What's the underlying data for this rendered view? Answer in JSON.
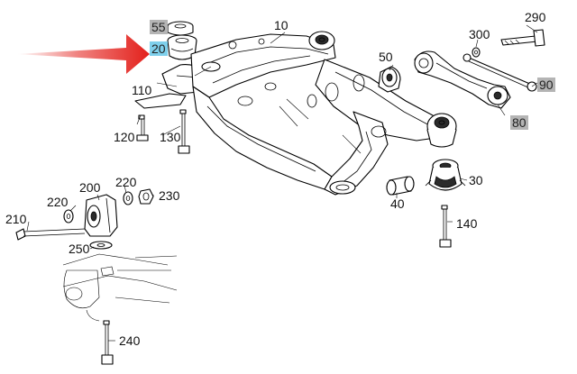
{
  "colors": {
    "highlight_box": "#7fd0ec",
    "gray_box": "#b4b4b4",
    "arrow": "#e3201b",
    "line": "#000000"
  },
  "labels": {
    "l10": "10",
    "l20": "20",
    "l30": "30",
    "l40": "40",
    "l50": "50",
    "l55": "55",
    "l80": "80",
    "l90": "90",
    "l110": "110",
    "l120": "120",
    "l130": "130",
    "l140": "140",
    "l200": "200",
    "l210": "210",
    "l220a": "220",
    "l220b": "220",
    "l230": "230",
    "l240": "240",
    "l250": "250",
    "l290": "290",
    "l300": "300"
  }
}
